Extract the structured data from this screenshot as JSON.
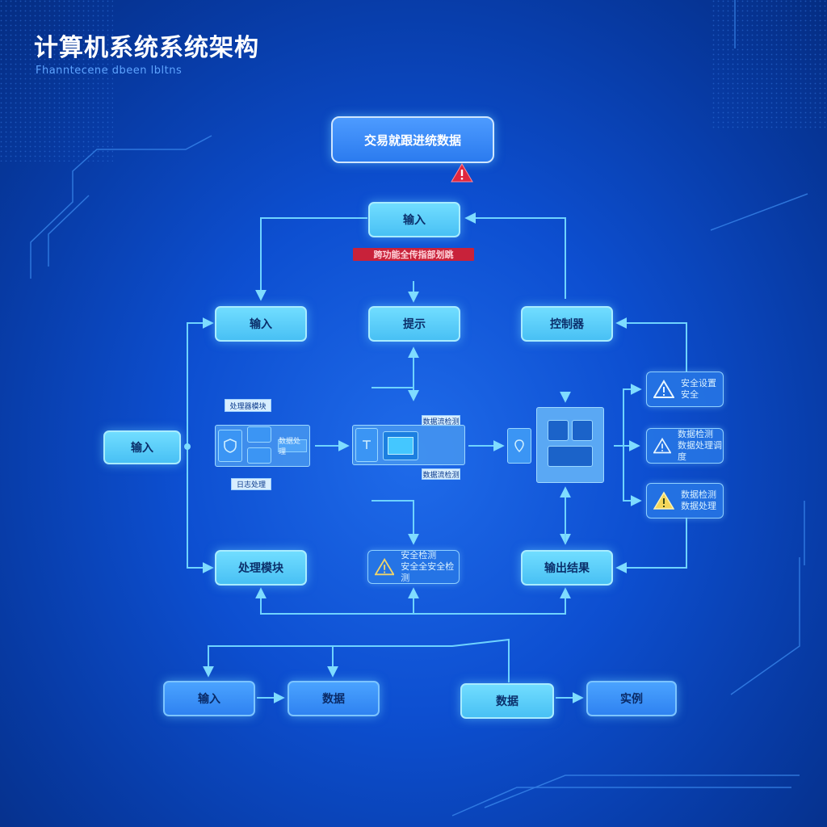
{
  "header": {
    "title": "计算机系统系统架构",
    "subtitle": "Fhanntecene dbeen  lbltns"
  },
  "top_node": {
    "label": "交易就跟进统数据"
  },
  "warning_banner": {
    "text": "跨功能全传指部划跳"
  },
  "nodes": {
    "input_top": "输入",
    "input_left": "输入",
    "middle_top": "提示",
    "right_top": "控制器",
    "input_far_left": "输入",
    "process": "处理模块",
    "output": "输出结果"
  },
  "alerts": {
    "center": [
      "安全检测",
      "安全全安全检测"
    ],
    "right_1": [
      "安全设置",
      "安全"
    ],
    "right_2": [
      "数据检测",
      "数据处理调度"
    ],
    "right_3": [
      "数据检测",
      "数据处理"
    ]
  },
  "small_labels": {
    "left_top": "处理器模块",
    "left_mid_text": "数据处理",
    "left_bottom": "日志处理",
    "middle_top": "数据流检测",
    "middle_bottom": "数据流检测"
  },
  "bottom_nodes": [
    "输入",
    "数据",
    "数据",
    "实例"
  ],
  "colors": {
    "background": "#0d4fd1",
    "node_fill": "#5ccdf8",
    "connector": "#6fd3ff",
    "warning": "#c8223a"
  }
}
